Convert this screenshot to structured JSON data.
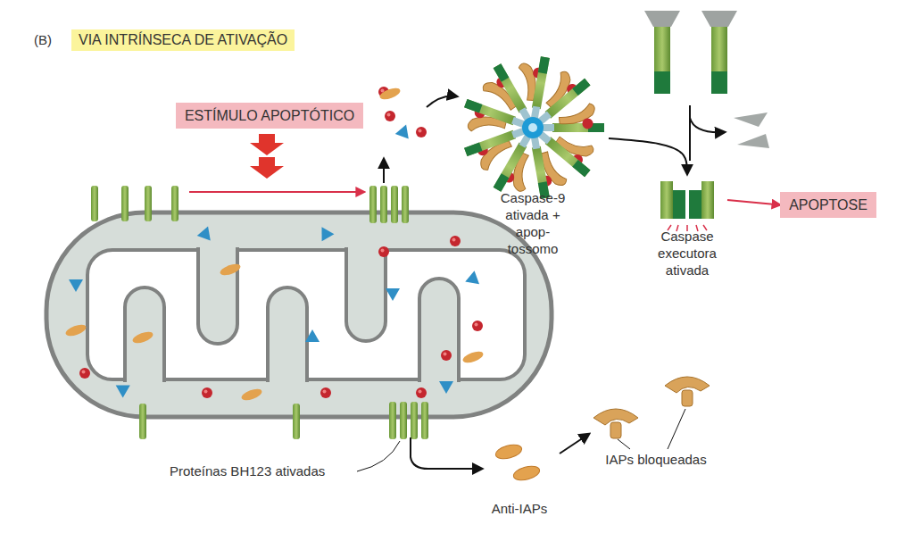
{
  "diagram": {
    "title": "VIA INTRÍNSECA DE ATIVAÇÃO",
    "nodes": [
      {
        "text": [
          "ESTÍMULO APOPTÓTICO"
        ]
      },
      {
        "text": [
          "Caspase-9 ativada + apop- tossomo"
        ]
      },
      {
        "text": [
          "Caspase executora ativada"
        ]
      },
      {
        "text": [
          "APOPTOSE"
        ]
      },
      {
        "text": [
          "Anti-IAPs"
        ]
      },
      {
        "text": [
          "IAPs bloqueadas"
        ]
      }
    ],
    "edges": [
      {
        "from": 1,
        "to": 2,
        "arrow": "to"
      },
      {
        "from": 2,
        "to": 3,
        "arrow": "to"
      },
      {
        "from": 4,
        "to": 5,
        "arrow": "to"
      }
    ],
    "labels": [
      "(B)",
      "Proteínas BH123 ativadas"
    ]
  }
}
